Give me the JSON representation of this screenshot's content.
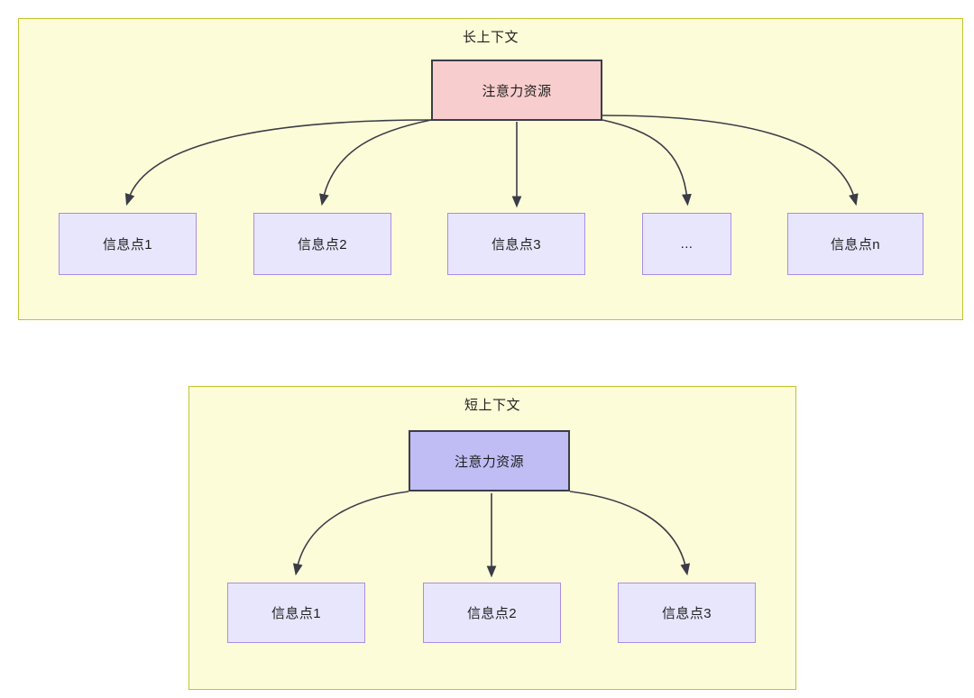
{
  "theme": {
    "page_background": "#ffffff",
    "group_fill": "#fdfcd9",
    "group_border": "#c3c32e",
    "attention_long_fill": "#f8cdcd",
    "attention_short_fill": "#bfbdf4",
    "attention_border": "#3c3c46",
    "info_fill": "#e8e6fd",
    "info_border": "#ab8ee0",
    "edge_color": "#3c3c46",
    "text_color": "#1f1f1f"
  },
  "diagram": {
    "type": "concept-diagram",
    "groups": [
      {
        "id": "long-context",
        "title": "长上下文",
        "root": {
          "id": "attn-long",
          "label": "注意力资源",
          "fill": "#f8cdcd"
        },
        "children": [
          {
            "id": "info-long-1",
            "label": "信息点1"
          },
          {
            "id": "info-long-2",
            "label": "信息点2"
          },
          {
            "id": "info-long-3",
            "label": "信息点3"
          },
          {
            "id": "info-long-ellipsis",
            "label": "..."
          },
          {
            "id": "info-long-n",
            "label": "信息点n"
          }
        ],
        "edge_count": 5
      },
      {
        "id": "short-context",
        "title": "短上下文",
        "root": {
          "id": "attn-short",
          "label": "注意力资源",
          "fill": "#bfbdf4"
        },
        "children": [
          {
            "id": "info-short-1",
            "label": "信息点1"
          },
          {
            "id": "info-short-2",
            "label": "信息点2"
          },
          {
            "id": "info-short-3",
            "label": "信息点3"
          }
        ],
        "edge_count": 3
      }
    ]
  }
}
